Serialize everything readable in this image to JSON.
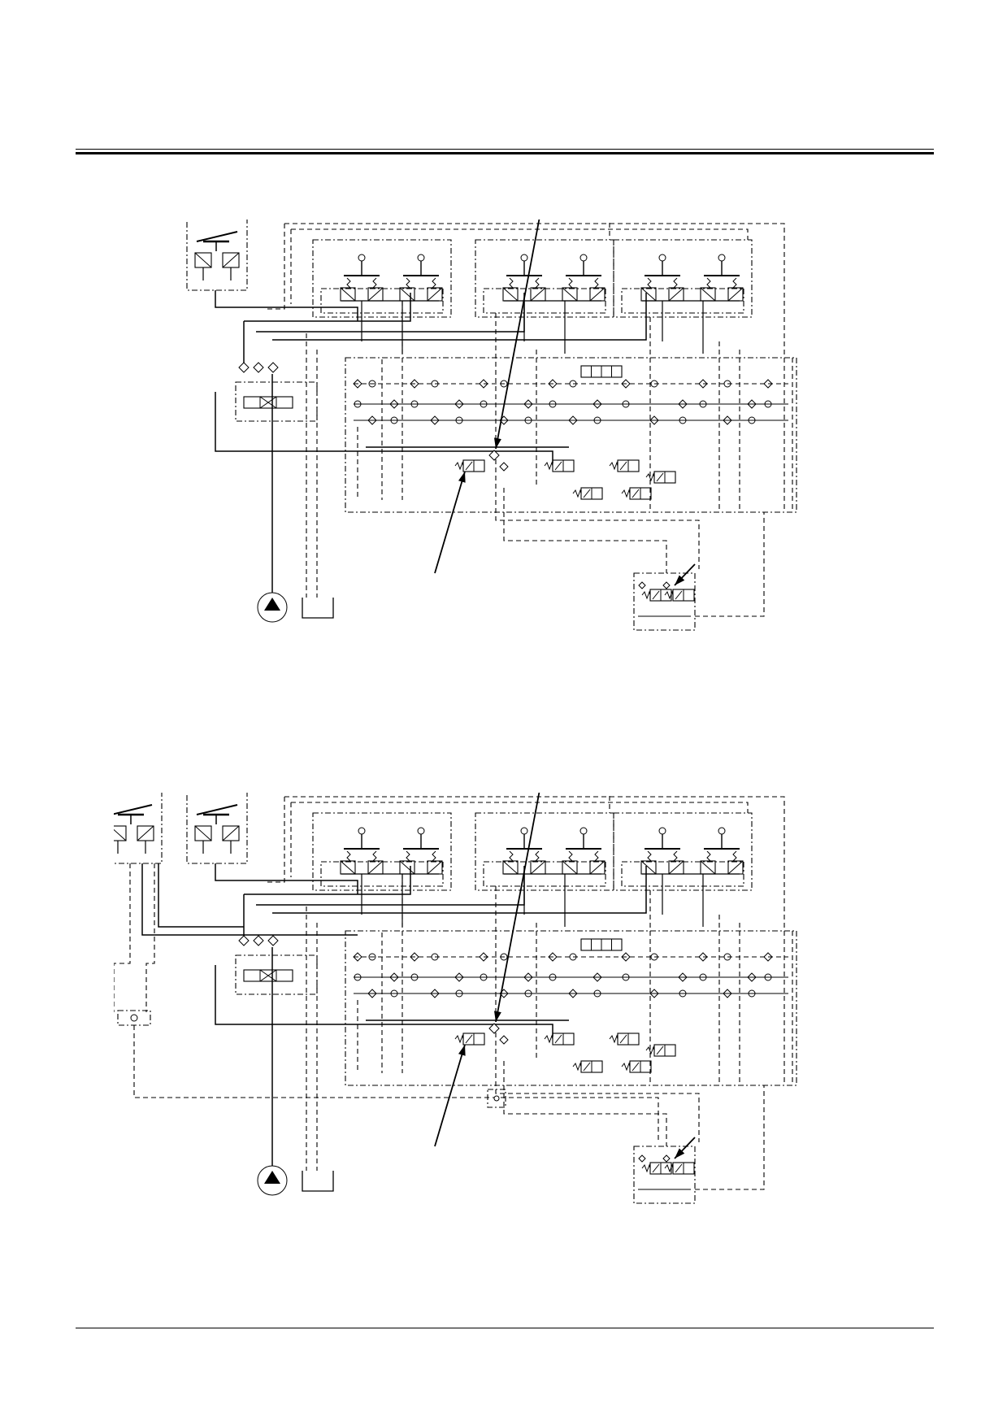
{
  "page": {
    "header_rule": true,
    "footer_rule": true
  },
  "diagrams": [
    {
      "id": "upper-circuit",
      "pilot_pedals": 1,
      "joystick_groups": 3,
      "callout_arrows": 3
    },
    {
      "id": "lower-circuit",
      "pilot_pedals": 2,
      "joystick_groups": 3,
      "callout_arrows": 3
    }
  ],
  "colors": {
    "line": "#000000",
    "background": "#ffffff"
  }
}
